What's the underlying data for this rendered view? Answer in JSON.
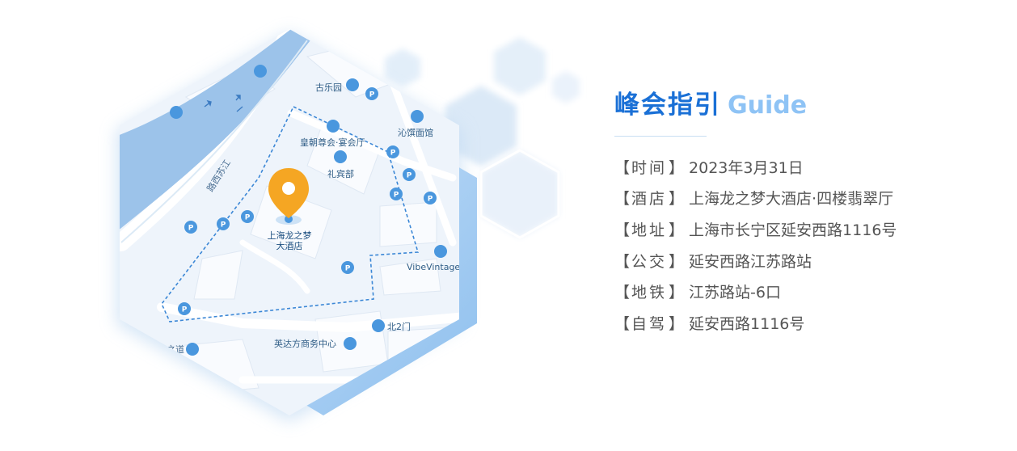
{
  "guide": {
    "title_cn": "峰会指引",
    "title_en": "Guide",
    "items": [
      {
        "label": "时间",
        "value": "2023年3月31日"
      },
      {
        "label": "酒店",
        "value": "上海龙之梦大酒店·四楼翡翠厅"
      },
      {
        "label": "地址",
        "value": "上海市长宁区延安西路1116号"
      },
      {
        "label": "公交",
        "value": "延安西路江苏路站"
      },
      {
        "label": "地铁",
        "value": "江苏路站-6口"
      },
      {
        "label": "自驾",
        "value": "延安西路1116号"
      }
    ],
    "bracket_open": "【",
    "bracket_close": "】"
  },
  "map": {
    "pois": {
      "gulegarden": "古乐园",
      "qinfeng": "沁馔面馆",
      "banquet": "皇朝尊会·宴会厅",
      "reception": "礼宾部",
      "hotel_line1": "上海龙之梦",
      "hotel_line2": "大酒店",
      "vibe": "VibeVintage",
      "north_gate": "北2门",
      "yingda": "英达方商务中心",
      "road_left": "之道",
      "road_river": "路西苏江"
    },
    "colors": {
      "river": "#9cc3ea",
      "ground": "#eef4fb",
      "pin": "#f5a623",
      "marker": "#4a97de",
      "accent": "#a4cdf4"
    }
  }
}
